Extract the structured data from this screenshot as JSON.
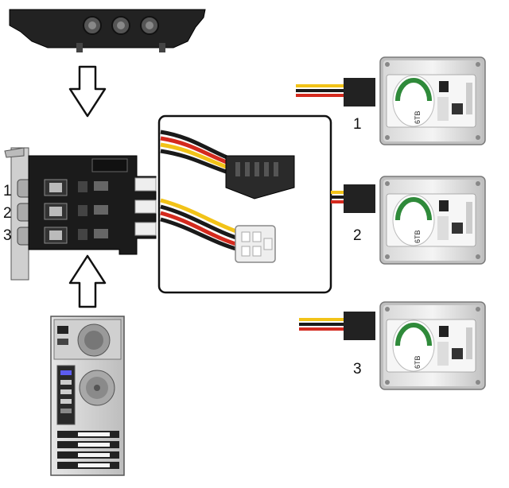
{
  "bays": {
    "labels": [
      "1",
      "2",
      "3"
    ]
  },
  "drives": [
    {
      "label": "1",
      "capacity": "6TB"
    },
    {
      "label": "2",
      "capacity": "6TB"
    },
    {
      "label": "3",
      "capacity": "6TB"
    }
  ],
  "colors": {
    "wire_red": "#d42a1e",
    "wire_yellow": "#f2c318",
    "wire_black": "#1a1a1a",
    "drive_label": "#f3f3f3",
    "drive_green": "#2f8a3a",
    "molex_white": "#eeeeee"
  },
  "icons": [
    "arrow-down-icon",
    "arrow-up-icon"
  ]
}
